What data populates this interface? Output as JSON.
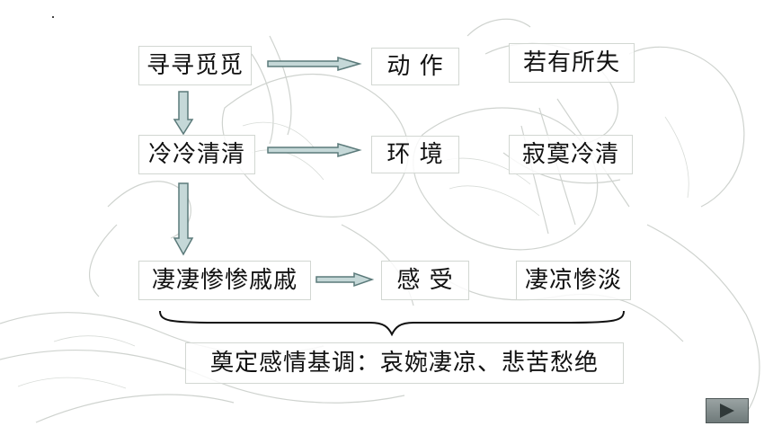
{
  "row1": {
    "left": "寻寻觅觅",
    "middle": "动 作",
    "right": "若有所失"
  },
  "row2": {
    "left": "冷冷清清",
    "middle": "环 境",
    "right": "寂寞冷清"
  },
  "row3": {
    "left": "凄凄惨惨戚戚",
    "middle": "感 受",
    "right": "凄凉惨淡"
  },
  "conclusion": "奠定感情基调：哀婉凄凉、悲苦愁绝",
  "colors": {
    "arrow_fill": "#c5d8d8",
    "arrow_stroke": "#5b7a7a",
    "nav_button": "#7f8a8a"
  },
  "nav": {
    "icon": "play-next-icon"
  }
}
